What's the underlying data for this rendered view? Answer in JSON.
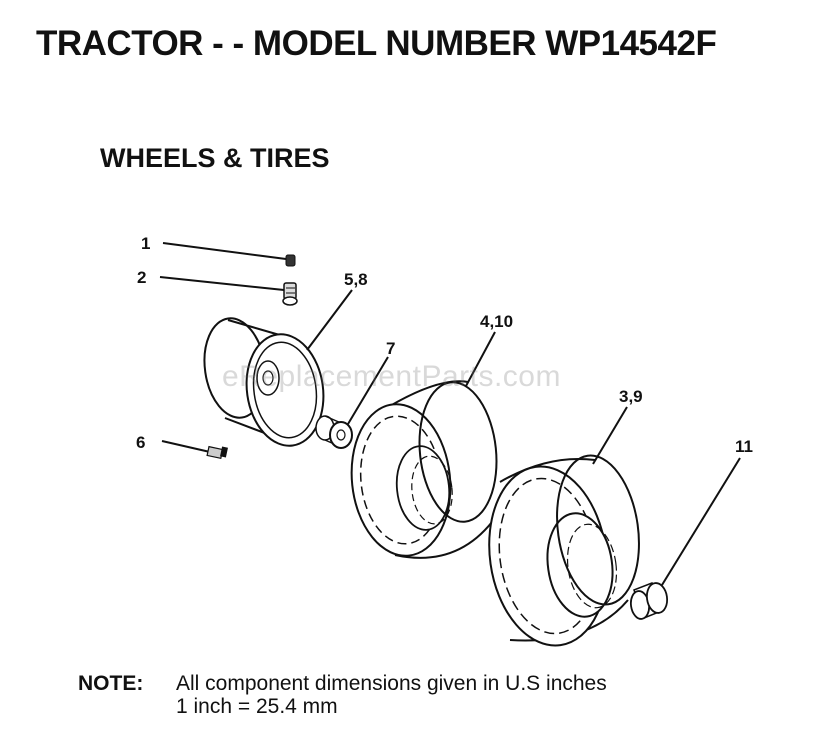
{
  "header": {
    "title": "TRACTOR - - MODEL NUMBER WP14542F"
  },
  "section": {
    "title": "WHEELS & TIRES"
  },
  "callouts": {
    "c1": "1",
    "c2": "2",
    "c58": "5,8",
    "c7": "7",
    "c6": "6",
    "c410": "4,10",
    "c39": "3,9",
    "c11": "11"
  },
  "watermark": "eReplacementParts.com",
  "note": {
    "label": "NOTE:",
    "line1": "All component dimensions given in U.S  inches",
    "line2": "1 inch = 25.4 mm"
  }
}
